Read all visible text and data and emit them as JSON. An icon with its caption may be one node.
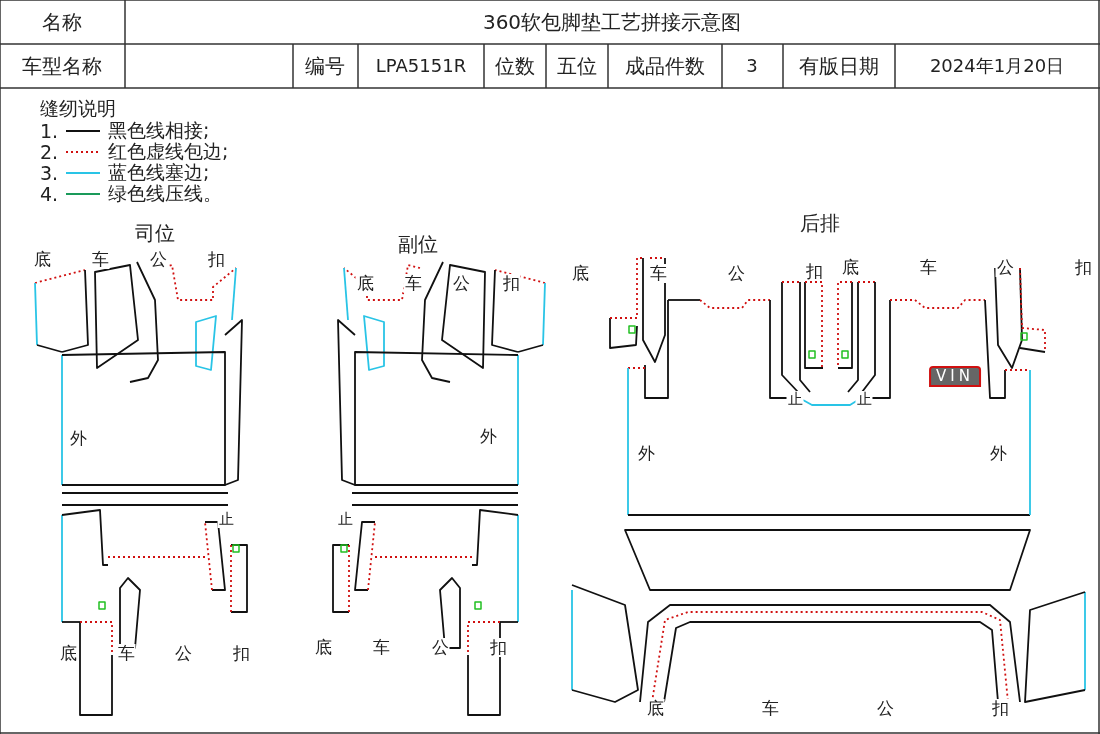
{
  "diagram": {
    "labels": [
      "名称",
      "360软包脚垫工艺拼接示意图",
      "车型名称",
      "编号",
      "LPA5151R",
      "位数",
      "五位",
      "成品件数",
      "3",
      "有版日期",
      "2024年1月20日",
      "缝纫说明",
      "1.",
      "2.",
      "3.",
      "4.",
      "司位",
      "底",
      "车",
      "公",
      "扣",
      "外",
      "止",
      "底",
      "车",
      "公",
      "扣",
      "副位",
      "底",
      "车",
      "公",
      "扣",
      "外",
      "止",
      "底",
      "车",
      "公",
      "扣",
      "后排",
      "底",
      "车",
      "公",
      "扣",
      "底",
      "车",
      "公",
      "扣",
      "VIN",
      "止",
      "止",
      "外",
      "外",
      "底",
      "车",
      "公",
      "扣"
    ],
    "legend": [
      {
        "text": "黑色线相接;"
      },
      {
        "text": "红色虚线包边;"
      },
      {
        "text": "蓝色线塞边;"
      },
      {
        "text": "绿色线压线。"
      }
    ]
  }
}
